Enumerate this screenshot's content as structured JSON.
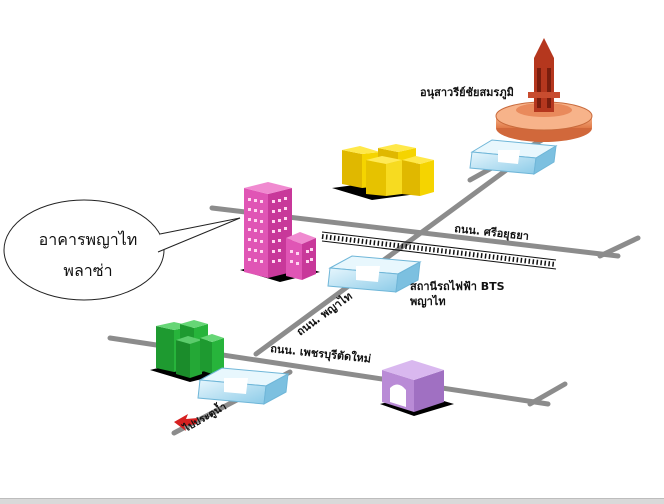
{
  "callout": {
    "line1": "อาคารพญาไท",
    "line2": "พลาซ่า"
  },
  "labels": {
    "monument": "อนุสาวรีย์ชัยสมรภูมิ",
    "sri_ayutthaya": "ถนน. ศรีอยุธยา",
    "phaya_thai_road": "ถนน. พญาไท",
    "bts_line1": "สถานีรถไฟฟ้า BTS",
    "bts_line2": "พญาไท",
    "phetchaburi": "ถนน. เพชรบุรีตัดใหม่",
    "pratunam": "ไปประตูน้ำ"
  },
  "colors": {
    "road": "#8c8c8c",
    "arrow": "#a8d8ef",
    "yellow_building": "#f5d400",
    "pink_building": "#e055b5",
    "green_building": "#27b43b",
    "purple_gate": "#b98bd6",
    "monument": "#b5371e"
  }
}
